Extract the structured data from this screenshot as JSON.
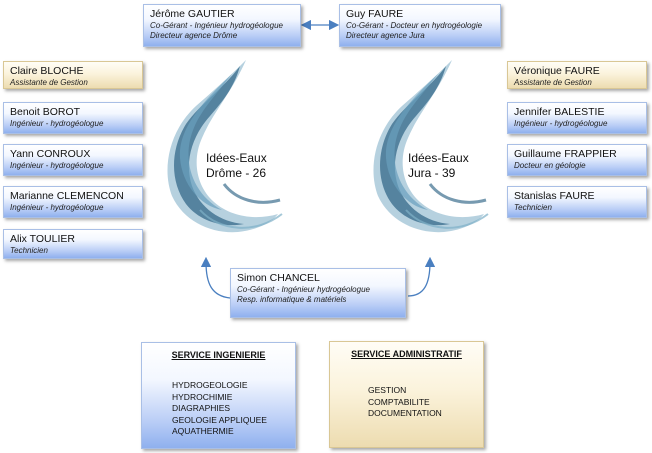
{
  "top": {
    "left": {
      "name": "Jérôme GAUTIER",
      "line1": "Co-Gérant  -  Ingénieur hydrogéologue",
      "line2": "Directeur agence Drôme"
    },
    "right": {
      "name": "Guy FAURE",
      "line1": "Co-Gérant  -  Docteur en  hydrogéologie",
      "line2": "Directeur agence Jura"
    }
  },
  "left_staff": [
    {
      "name": "Claire BLOCHE",
      "role": "Assistante de Gestion",
      "style": "beige"
    },
    {
      "name": "Benoit BOROT",
      "role": "Ingénieur - hydrogéologue",
      "style": "blue"
    },
    {
      "name": "Yann CONROUX",
      "role": "Ingénieur - hydrogéologue",
      "style": "blue"
    },
    {
      "name": "Marianne CLEMENCON",
      "role": "Ingénieur - hydrogéologue",
      "style": "blue"
    },
    {
      "name": "Alix TOULIER",
      "role": "Technicien",
      "style": "blue"
    }
  ],
  "right_staff": [
    {
      "name": "Véronique FAURE",
      "role": "Assistante de Gestion",
      "style": "beige"
    },
    {
      "name": "Jennifer BALESTIE",
      "role": "Ingénieur - hydrogéologue",
      "style": "blue"
    },
    {
      "name": "Guillaume FRAPPIER",
      "role": "Docteur en  géologie",
      "style": "blue"
    },
    {
      "name": "Stanislas FAURE",
      "role": "Technicien",
      "style": "blue"
    }
  ],
  "center": {
    "name": "Simon CHANCEL",
    "line1": "Co-Gérant  - Ingénieur hydrogéologue",
    "line2": "Resp. informatique & matériels"
  },
  "agencies": {
    "drome": {
      "line1": "Idées-Eaux",
      "line2": "Drôme - 26"
    },
    "jura": {
      "line1": "Idées-Eaux",
      "line2": "Jura - 39"
    }
  },
  "services": {
    "ingenierie": {
      "title": "SERVICE INGENIERIE",
      "items": [
        "HYDROGEOLOGIE",
        "HYDROCHIMIE",
        "DIAGRAPHIES",
        "GEOLOGIE APPLIQUEE",
        "AQUATHERMIE"
      ]
    },
    "administratif": {
      "title": "SERVICE ADMINISTRATIF",
      "items": [
        "GESTION",
        "COMPTABILITE",
        "DOCUMENTATION"
      ]
    }
  },
  "colors": {
    "connector": "#4a7fc0",
    "drop_dark": "#3d6f8e",
    "drop_light": "#a9c9d9"
  }
}
